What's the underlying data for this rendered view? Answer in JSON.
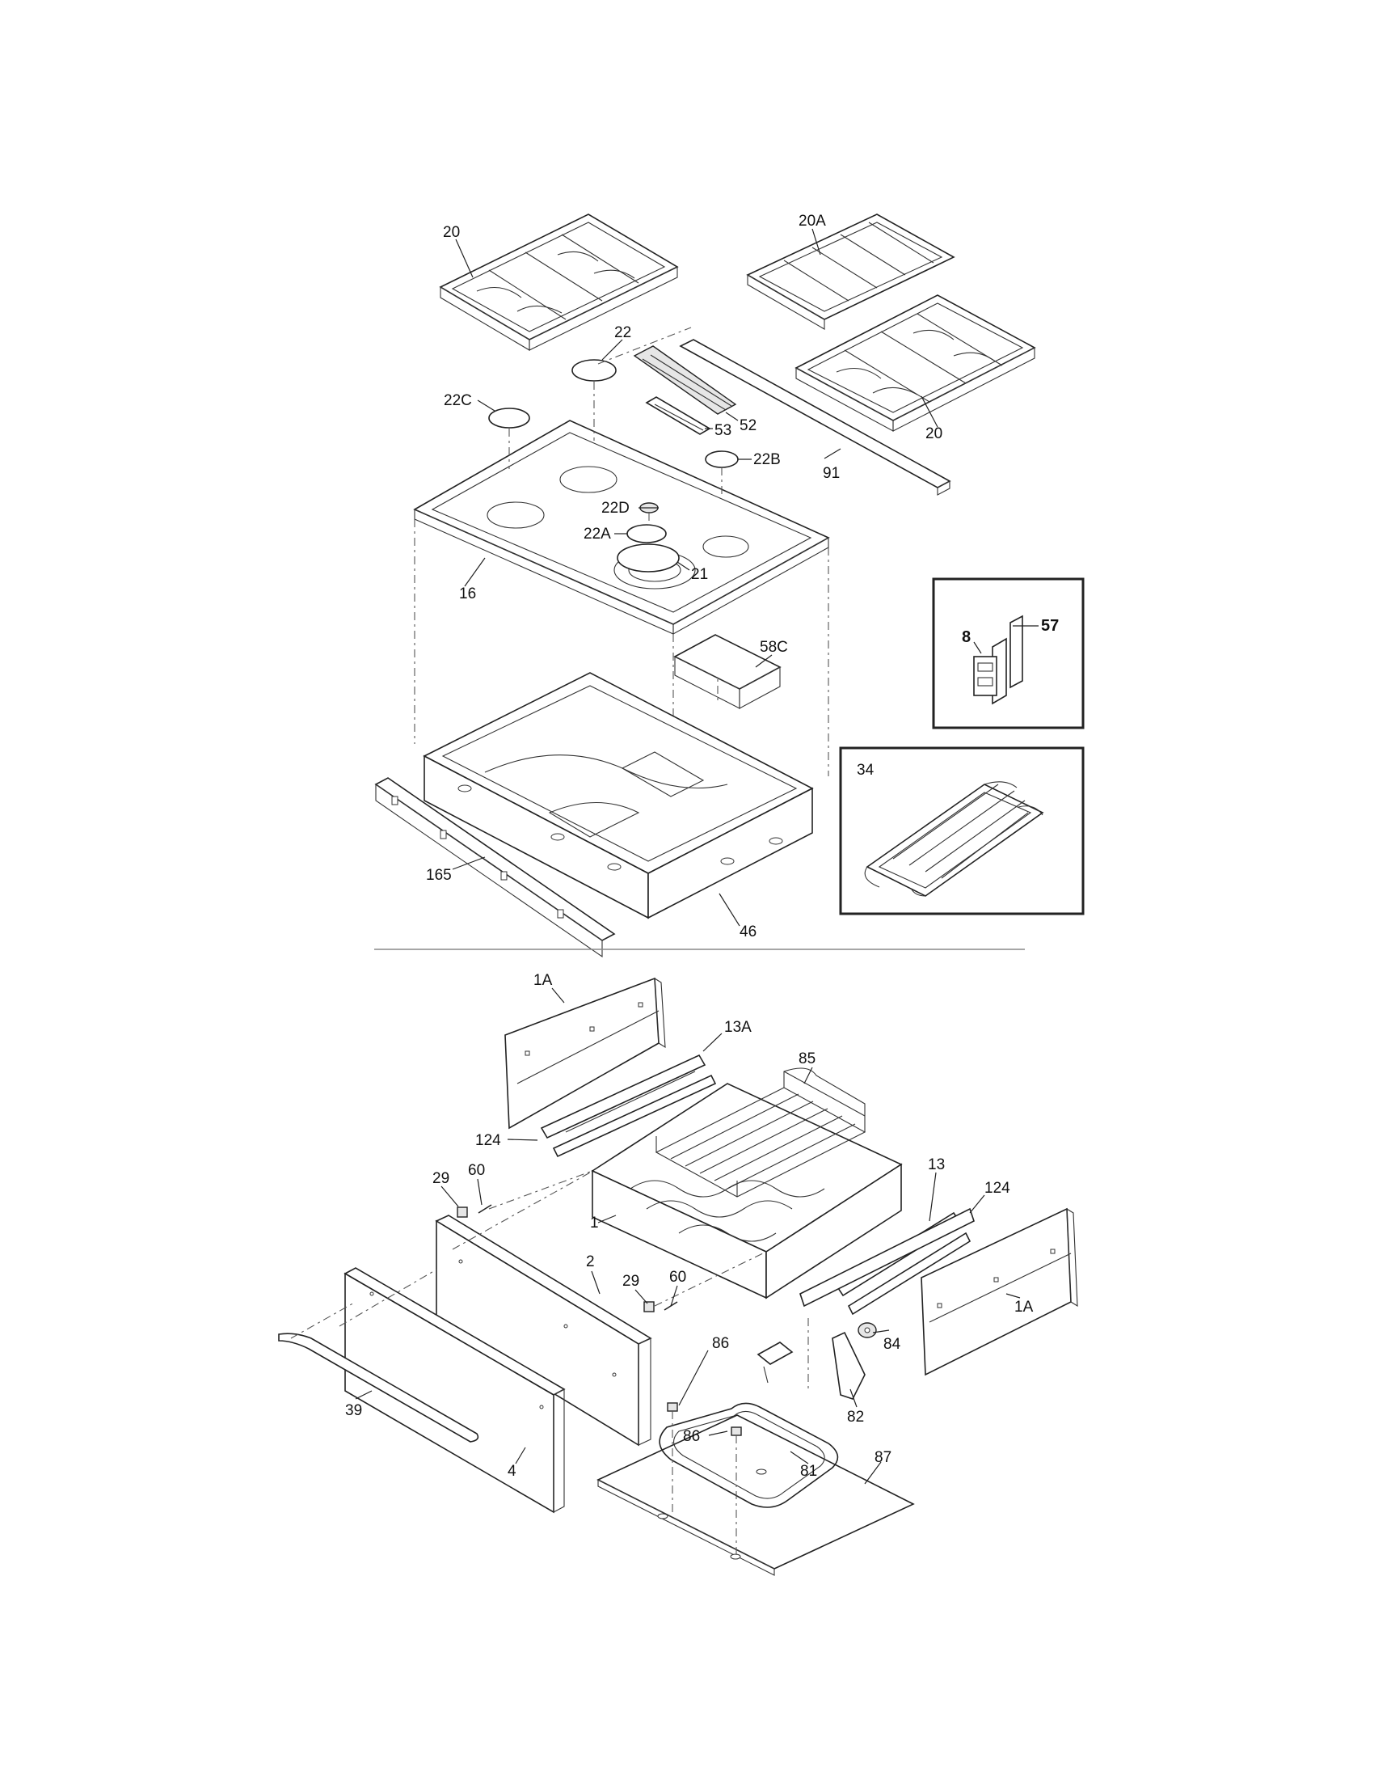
{
  "labels": {
    "grate_left": "20",
    "grate_center": "20A",
    "grate_right": "20",
    "cap_22": "22",
    "cap_22c": "22C",
    "cap_22b": "22B",
    "cap_22d": "22D",
    "head_22a": "22A",
    "burner_21": "21",
    "vent_52": "52",
    "vent_53": "53",
    "trim_91": "91",
    "cooktop_16": "16",
    "box_58c": "58C",
    "inset_top_8": "8",
    "inset_top_57": "57",
    "griddle_34": "34",
    "bracket_165": "165",
    "chassis_46": "46",
    "side_1a_upper": "1A",
    "slide_13a": "13A",
    "rack_85": "85",
    "slide_124_left": "124",
    "knob_29_left": "29",
    "screw_60_left": "60",
    "liner_1": "1",
    "slide_13": "13",
    "slide_124_right": "124",
    "panel_2": "2",
    "knob_29_right": "29",
    "screw_60_right": "60",
    "clip_86_top": "86",
    "element_84": "84",
    "side_1a_lower": "1A",
    "bracket_82": "82",
    "handle_39": "39",
    "clip_86_bottom": "86",
    "element_81": "81",
    "pan_87": "87",
    "front_4": "4"
  }
}
